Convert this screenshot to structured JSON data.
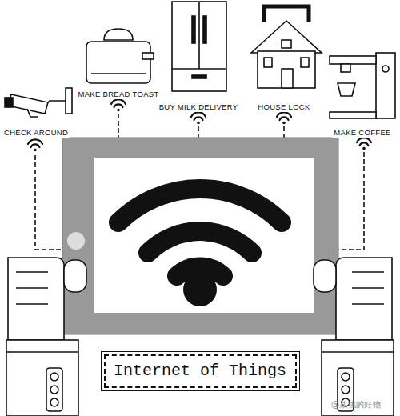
{
  "diagram": {
    "nodes": [
      {
        "text": [
          "Internet of Things"
        ]
      }
    ],
    "labels": [
      "CHECK AROUND",
      "MAKE BREAD TOAST",
      "BUY MILK DELIVERY",
      "HOUSE LOCK",
      "MAKE COFFEE",
      "@某桃的好物"
    ]
  }
}
